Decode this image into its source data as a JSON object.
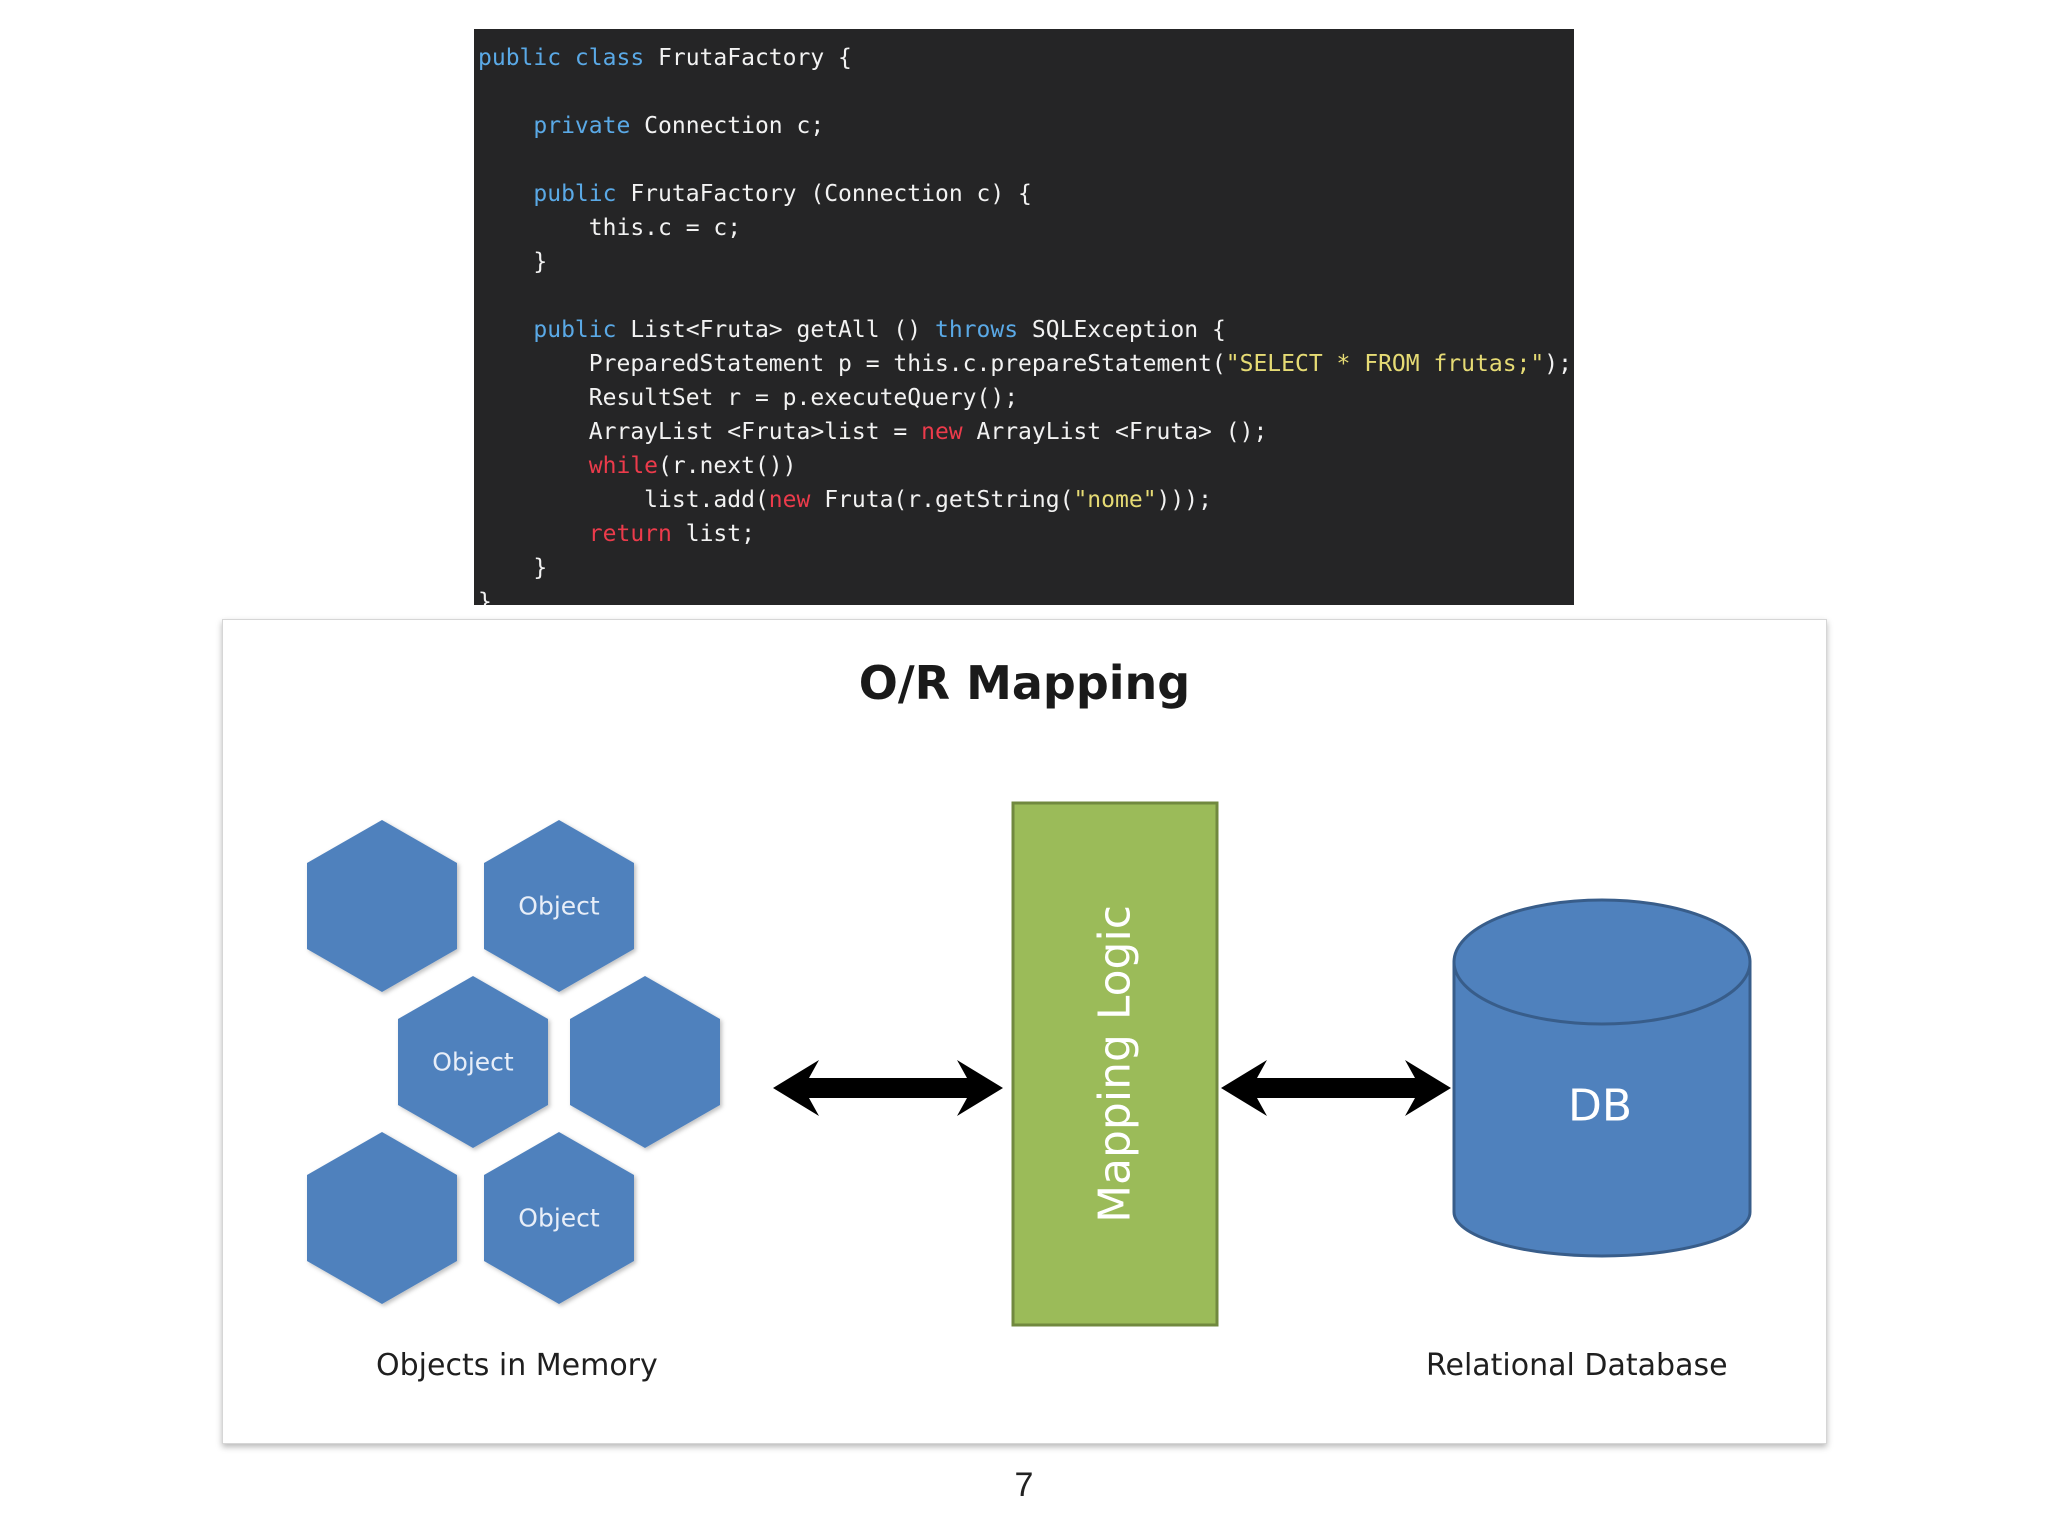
{
  "code": {
    "lines": [
      [
        {
          "t": "public class",
          "c": "kw"
        },
        {
          "t": " FrutaFactory {",
          "c": "txt"
        }
      ],
      [],
      [
        {
          "t": "    ",
          "c": "txt"
        },
        {
          "t": "private",
          "c": "kw"
        },
        {
          "t": " Connection c;",
          "c": "txt"
        }
      ],
      [],
      [
        {
          "t": "    ",
          "c": "txt"
        },
        {
          "t": "public",
          "c": "kw"
        },
        {
          "t": " FrutaFactory (Connection c) {",
          "c": "txt"
        }
      ],
      [
        {
          "t": "        this.c = c;",
          "c": "txt"
        }
      ],
      [
        {
          "t": "    }",
          "c": "txt"
        }
      ],
      [],
      [
        {
          "t": "    ",
          "c": "txt"
        },
        {
          "t": "public",
          "c": "kw"
        },
        {
          "t": " List<Fruta> getAll () ",
          "c": "txt"
        },
        {
          "t": "throws",
          "c": "kw"
        },
        {
          "t": " SQLException {",
          "c": "txt"
        }
      ],
      [
        {
          "t": "        PreparedStatement p = this.c.prepareStatement(",
          "c": "txt"
        },
        {
          "t": "\"SELECT * FROM frutas;\"",
          "c": "str"
        },
        {
          "t": ");",
          "c": "txt"
        }
      ],
      [
        {
          "t": "        ResultSet r = p.executeQuery();",
          "c": "txt"
        }
      ],
      [
        {
          "t": "        ArrayList <Fruta>list = ",
          "c": "txt"
        },
        {
          "t": "new",
          "c": "red"
        },
        {
          "t": " ArrayList <Fruta> ();",
          "c": "txt"
        }
      ],
      [
        {
          "t": "        ",
          "c": "txt"
        },
        {
          "t": "while",
          "c": "red"
        },
        {
          "t": "(r.next())",
          "c": "txt"
        }
      ],
      [
        {
          "t": "            list.add(",
          "c": "txt"
        },
        {
          "t": "new",
          "c": "red"
        },
        {
          "t": " Fruta(r.getString(",
          "c": "txt"
        },
        {
          "t": "\"nome\"",
          "c": "str"
        },
        {
          "t": ")));",
          "c": "txt"
        }
      ],
      [
        {
          "t": "        ",
          "c": "txt"
        },
        {
          "t": "return",
          "c": "red"
        },
        {
          "t": " list;",
          "c": "txt"
        }
      ],
      [
        {
          "t": "    }",
          "c": "txt"
        }
      ],
      [
        {
          "t": "}",
          "c": "txt"
        }
      ]
    ]
  },
  "diagram": {
    "title": "O/R Mapping",
    "hexagons": [
      {
        "label": ""
      },
      {
        "label": "Object"
      },
      {
        "label": "Object"
      },
      {
        "label": ""
      },
      {
        "label": ""
      },
      {
        "label": "Object"
      }
    ],
    "mapping_label": "Mapping Logic",
    "db_label": "DB",
    "left_caption": "Objects in Memory",
    "right_caption": "Relational Database",
    "colors": {
      "hex_fill": "#4f81bd",
      "mapping_fill": "#9bbb59",
      "mapping_border": "#71893f",
      "db_fill": "#4f81bd",
      "db_border": "#385d8a",
      "arrow": "#000000"
    }
  },
  "page_number": "7"
}
